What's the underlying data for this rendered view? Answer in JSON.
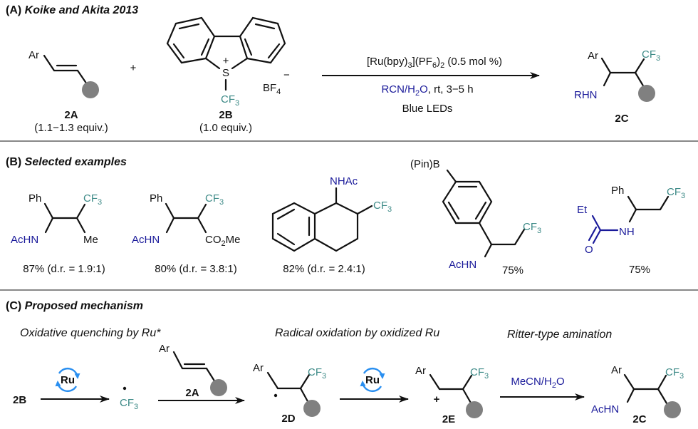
{
  "colors": {
    "cf3": "#3d8a87",
    "nitrogen": "#1a1a9a",
    "ru_cycle": "#2a8ff0",
    "substituent_dot": "#808080"
  },
  "sectionA": {
    "label": "(A)",
    "title": "Koike and Akita 2013",
    "reagent_2A": {
      "ar": "Ar",
      "id": "2A",
      "equiv": "(1.1−1.3 equiv.)"
    },
    "plus": "+",
    "reagent_2B": {
      "charge": "+",
      "s": "S",
      "cf3": "CF3",
      "counterion": "BF4",
      "anion_charge": "−",
      "id": "2B",
      "equiv": "(1.0 equiv.)"
    },
    "conditions": {
      "catalyst": "[Ru(bpy)3](PF6)2 (0.5 mol %)",
      "solvent": "RCN/H2O",
      "rest": ", rt, 3−5 h",
      "light": "Blue LEDs"
    },
    "product_2C": {
      "ar": "Ar",
      "cf3": "CF3",
      "amine": "RHN",
      "id": "2C"
    }
  },
  "sectionB": {
    "label": "(B)",
    "title": "Selected examples",
    "examples": [
      {
        "ph": "Ph",
        "cf3": "CF3",
        "amine": "AcHN",
        "r": "Me",
        "yield": "87% (d.r. = 1.9:1)"
      },
      {
        "ph": "Ph",
        "cf3": "CF3",
        "amine": "AcHN",
        "r": "CO2Me",
        "yield": "80% (d.r. = 3.8:1)"
      },
      {
        "amine": "NHAc",
        "cf3": "CF3",
        "yield": "82% (d.r. = 2.4:1)"
      },
      {
        "boron": "(Pin)B",
        "cf3": "CF3",
        "amine": "AcHN",
        "yield": "75%"
      },
      {
        "ph": "Ph",
        "cf3": "CF3",
        "et": "Et",
        "nh": "NH",
        "o": "O",
        "yield": "75%"
      }
    ]
  },
  "sectionC": {
    "label": "(C)",
    "title": "Proposed mechanism",
    "step1": "Oxidative quenching by Ru*",
    "step2": "Radical oxidation by oxidized Ru",
    "step3": "Ritter-type amination",
    "start": "2B",
    "ru": "Ru",
    "radical_cf3": "CF3",
    "alkene": {
      "ar": "Ar",
      "id": "2A"
    },
    "int_2D": {
      "ar": "Ar",
      "cf3": "CF3",
      "id": "2D"
    },
    "int_2E": {
      "ar": "Ar",
      "cf3": "CF3",
      "charge": "+",
      "id": "2E"
    },
    "ritter_reagent": "MeCN/H2O",
    "product_2C": {
      "ar": "Ar",
      "cf3": "CF3",
      "amine": "AcHN",
      "id": "2C"
    }
  }
}
